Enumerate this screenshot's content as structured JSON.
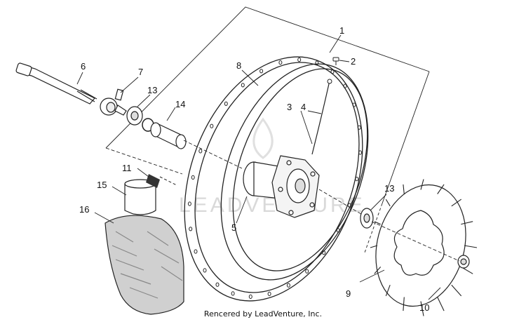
{
  "callouts": [
    {
      "id": "c1",
      "text": "1"
    },
    {
      "id": "c2",
      "text": "2"
    },
    {
      "id": "c3",
      "text": "3"
    },
    {
      "id": "c4",
      "text": "4"
    },
    {
      "id": "c5",
      "text": "5"
    },
    {
      "id": "c6",
      "text": "6"
    },
    {
      "id": "c7",
      "text": "7"
    },
    {
      "id": "c8",
      "text": "8"
    },
    {
      "id": "c9",
      "text": "9"
    },
    {
      "id": "c10",
      "text": "10"
    },
    {
      "id": "c11",
      "text": "11"
    },
    {
      "id": "c13a",
      "text": "13"
    },
    {
      "id": "c13b",
      "text": "13"
    },
    {
      "id": "c14",
      "text": "14"
    },
    {
      "id": "c15",
      "text": "15"
    },
    {
      "id": "c16",
      "text": "16"
    }
  ],
  "watermark": "LEADVENTURE",
  "credit": "Rencered by LeadVenture, Inc."
}
